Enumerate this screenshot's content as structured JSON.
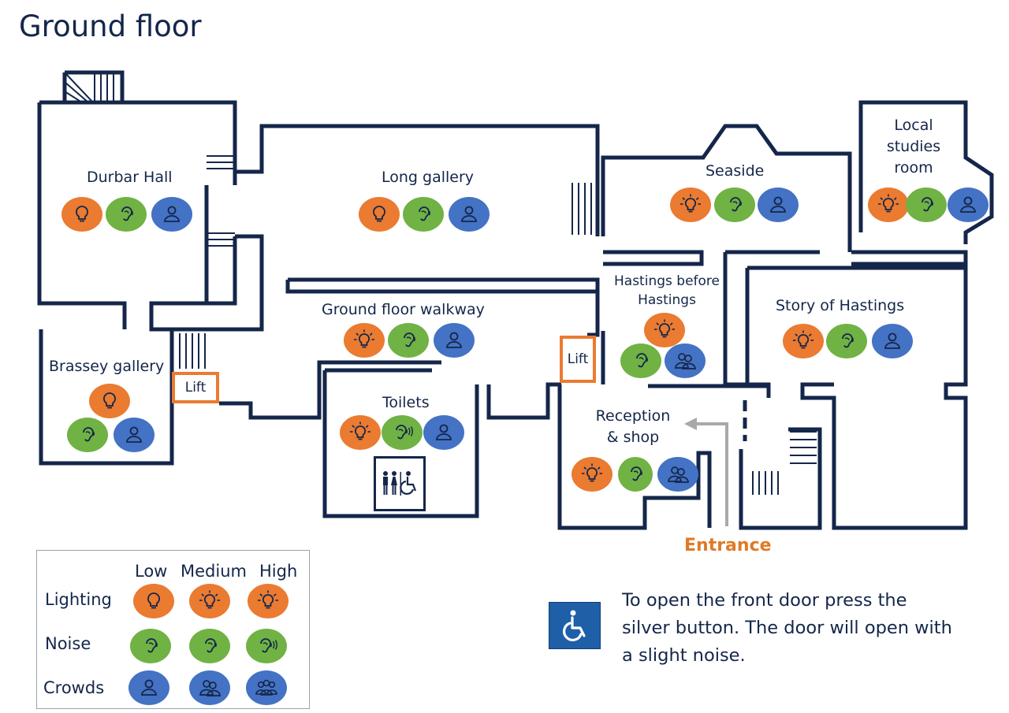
{
  "title": "Ground floor",
  "colors": {
    "lighting": "#ea7b31",
    "noise": "#70b244",
    "crowds": "#4472c4",
    "walls": "#14264a",
    "entrance": "#e07a25",
    "accessible_sign": "#1e5fa8"
  },
  "rooms": {
    "durbar_hall": {
      "label": "Durbar Hall",
      "lighting": "low",
      "noise": "medium",
      "crowds": "low"
    },
    "long_gallery": {
      "label": "Long gallery",
      "lighting": "low",
      "noise": "medium",
      "crowds": "low"
    },
    "seaside": {
      "label": "Seaside",
      "lighting": "medium",
      "noise": "medium",
      "crowds": "low"
    },
    "local_studies": {
      "label_lines": [
        "Local",
        "studies",
        "room"
      ],
      "lighting": "medium",
      "noise": "medium",
      "crowds": "low"
    },
    "brassey_gallery": {
      "label": "Brassey gallery",
      "lighting": "low",
      "noise": "medium",
      "crowds": "low"
    },
    "walkway": {
      "label": "Ground floor walkway",
      "lighting": "high",
      "noise": "medium",
      "crowds": "low"
    },
    "toilets": {
      "label": "Toilets",
      "lighting": "high",
      "noise": "high",
      "crowds": "low"
    },
    "hastings_before": {
      "label_lines": [
        "Hastings before",
        "Hastings"
      ],
      "lighting": "medium",
      "noise": "medium",
      "crowds": "medium"
    },
    "story_of_hastings": {
      "label": "Story of Hastings",
      "lighting": "medium",
      "noise": "medium",
      "crowds": "low"
    },
    "reception": {
      "label_lines": [
        "Reception",
        "& shop"
      ],
      "lighting": "high",
      "noise": "low",
      "crowds": "medium"
    }
  },
  "lifts": [
    "Lift",
    "Lift"
  ],
  "entrance_label": "Entrance",
  "legend": {
    "columns": [
      "Low",
      "Medium",
      "High"
    ],
    "rows": [
      "Lighting",
      "Noise",
      "Crowds"
    ]
  },
  "note": "To open the front door press the silver button. The door will open with a slight noise.",
  "icons": {
    "lighting": "bulb-icon",
    "noise": "ear-icon",
    "crowds": "person-icon",
    "toilets": "toilet-sign-icon",
    "accessible": "wheelchair-icon"
  }
}
